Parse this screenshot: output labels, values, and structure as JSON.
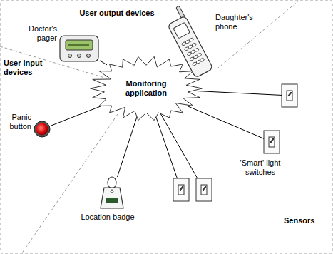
{
  "diagram": {
    "nodes": [
      {
        "text": [
          "Monitoring application"
        ]
      },
      {
        "text": [
          "Doctor's pager"
        ]
      },
      {
        "text": [
          "Daughter's phone"
        ]
      },
      {
        "text": [
          "Panic button"
        ]
      },
      {
        "text": [
          "Location badge"
        ]
      },
      {
        "text": []
      },
      {
        "text": []
      },
      {
        "text": []
      },
      {
        "text": []
      }
    ],
    "edges": [
      {
        "from": 0,
        "to": 1,
        "arrow": "none"
      },
      {
        "from": 0,
        "to": 2,
        "arrow": "none"
      },
      {
        "from": 0,
        "to": 3,
        "arrow": "none"
      },
      {
        "from": 0,
        "to": 4,
        "arrow": "none"
      },
      {
        "from": 0,
        "to": 5,
        "arrow": "none"
      },
      {
        "from": 0,
        "to": 6,
        "arrow": "none"
      },
      {
        "from": 0,
        "to": 7,
        "arrow": "none"
      },
      {
        "from": 0,
        "to": 8,
        "arrow": "none"
      }
    ],
    "labels": [
      "User output devices",
      "User input devices",
      "'Smart' light switches",
      "Sensors"
    ]
  }
}
